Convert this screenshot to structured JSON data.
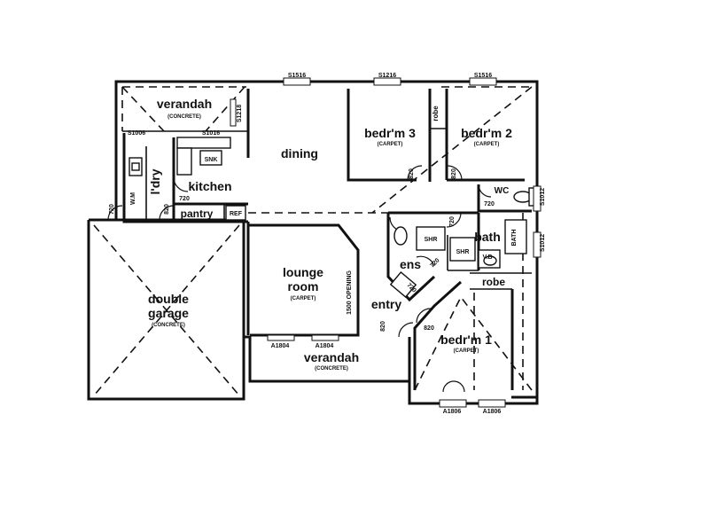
{
  "rooms": {
    "verandah_top": {
      "name": "verandah",
      "floor": "(CONCRETE)"
    },
    "dining": {
      "name": "dining"
    },
    "bedroom3": {
      "name": "bedr'm 3",
      "floor": "(CARPET)"
    },
    "bedroom2": {
      "name": "bedr'm 2",
      "floor": "(CARPET)"
    },
    "robe_top": {
      "name": "robe"
    },
    "laundry": {
      "name": "l'dry"
    },
    "kitchen": {
      "name": "kitchen"
    },
    "pantry": {
      "name": "pantry"
    },
    "wc": {
      "name": "WC"
    },
    "bath": {
      "name": "bath"
    },
    "ensuite": {
      "name": "ens"
    },
    "robe_mid": {
      "name": "robe"
    },
    "garage_line1": {
      "name": "double"
    },
    "garage_line2": {
      "name": "garage"
    },
    "garage_floor": {
      "floor": "(CONCRETE)"
    },
    "lounge_line1": {
      "name": "lounge"
    },
    "lounge_line2": {
      "name": "room"
    },
    "lounge_floor": {
      "floor": "(CARPET)"
    },
    "entry": {
      "name": "entry"
    },
    "bedroom1": {
      "name": "bedr'm 1",
      "floor": "(CARPET)"
    },
    "verandah_bottom": {
      "name": "verandah",
      "floor": "(CONCRETE)"
    }
  },
  "fixtures": {
    "fridge": "REF",
    "shower": "SHR",
    "vanity": "V.B",
    "bath_tub": "BATH",
    "sink": "SNK",
    "washer": "W.M"
  },
  "dimensions": {
    "top1": "S1516",
    "top2": "S1216",
    "top3": "S1516",
    "win_verandah": "S1218",
    "win_ldry": "S1006",
    "win_kitchen": "S1016",
    "door_garage": "720",
    "door_ldry": "820",
    "door_kitchen": "720",
    "door_bed3": "820",
    "door_bed2": "820",
    "door_wc": "720",
    "door_bath": "720",
    "door_ens": "720",
    "door_entry": "820",
    "door_bed1": "820",
    "door_ens2": "720",
    "opening": "1500 OPENING",
    "right1": "S1012",
    "right2": "S1012",
    "win_lounge1": "A1804",
    "win_lounge2": "A1804",
    "win_bed1a": "A1806",
    "win_bed1b": "A1806"
  }
}
